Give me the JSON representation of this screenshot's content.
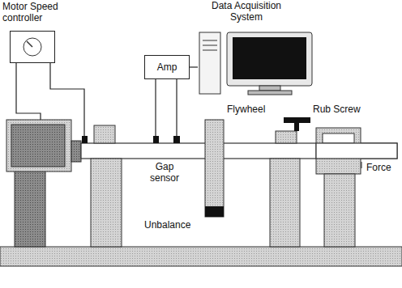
{
  "diagram": {
    "nodes": [
      {
        "text": [
          "Motor Speed controller"
        ]
      },
      {
        "text": [
          "Data Acquisition System"
        ]
      },
      {
        "text": [
          "Amp"
        ]
      }
    ],
    "edges": [
      {
        "from": 2,
        "to": 1,
        "arrow": "none"
      }
    ],
    "labels": [
      "Gap sensor",
      "Flywheel",
      "Unbalance",
      "Rub Screw",
      "Force"
    ]
  }
}
